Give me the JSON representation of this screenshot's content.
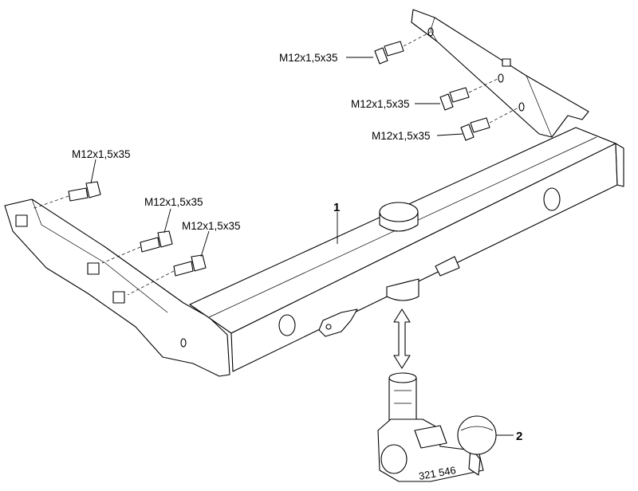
{
  "callouts": {
    "bolt_1": "M12x1,5x35",
    "bolt_2": "M12x1,5x35",
    "bolt_3": "M12x1,5x35",
    "bolt_4": "M12x1,5x35",
    "bolt_5": "M12x1,5x35",
    "bolt_6": "M12x1,5x35",
    "part_1": "1",
    "part_2": "2"
  },
  "stamp": "321 546"
}
